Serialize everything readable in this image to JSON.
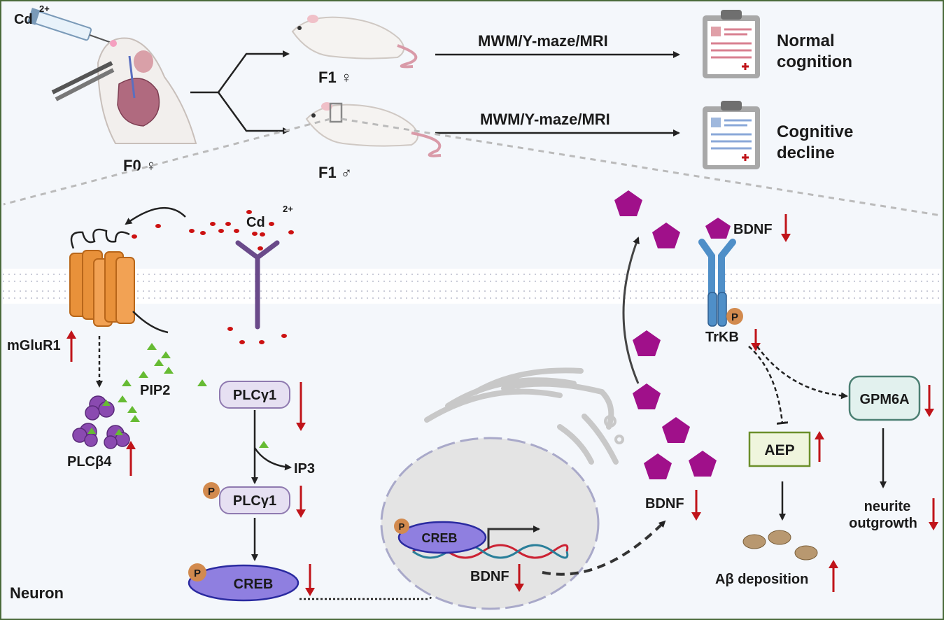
{
  "top": {
    "cd_label": "Cd",
    "cd_charge": "2+",
    "f0_label": "F0 ♀",
    "f1_female_label": "F1 ♀",
    "f1_male_label": "F1 ♂",
    "test_label_female": "MWM/Y-maze/MRI",
    "test_label_male": "MWM/Y-maze/MRI",
    "outcome_female_line1": "Normal",
    "outcome_female_line2": "cognition",
    "outcome_male_line1": "Cognitive",
    "outcome_male_line2": "decline"
  },
  "neuron": {
    "title": "Neuron",
    "cd_label": "Cd",
    "cd_charge": "2+",
    "mglur1": "mGluR1",
    "pip2": "PIP2",
    "plcb4": "PLCβ4",
    "plcg1": "PLCγ1",
    "plcg1_p": "PLCγ1",
    "ip3": "IP3",
    "creb": "CREB",
    "creb_nuclear": "CREB",
    "bdnf_gene": "BDNF",
    "bdnf_secreted": "BDNF",
    "bdnf_extracellular": "BDNF",
    "trkb": "TrKB",
    "aep": "AEP",
    "gpm6a": "GPM6A",
    "abeta": "Aβ deposition",
    "neurite_line1": "neurite",
    "neurite_line2": "outgrowth",
    "phospho": "P"
  },
  "colors": {
    "border": "#4a6a3a",
    "background": "#f4f7fb",
    "receptor": "#e8913a",
    "receptor_dark": "#b8661a",
    "cd_dot": "#cc1111",
    "pip2_triangle": "#66bb33",
    "plc_box_fill": "#e6e0f2",
    "plc_box_stroke": "#8f7ab0",
    "creb_fill": "#8f7fe0",
    "creb_stroke": "#2a2aa0",
    "phospho_fill": "#d28a4e",
    "bdnf_pentagon": "#a0108a",
    "trkb": "#4f8fc8",
    "aep_fill": "#eff5dd",
    "aep_stroke": "#6b8f2a",
    "gpm6a_fill": "#e2f1ee",
    "gpm6a_stroke": "#4b7f72",
    "arrow_red": "#c0141a",
    "nucleus": "#e4e4e4",
    "membrane_head": "#9ea3b8"
  }
}
